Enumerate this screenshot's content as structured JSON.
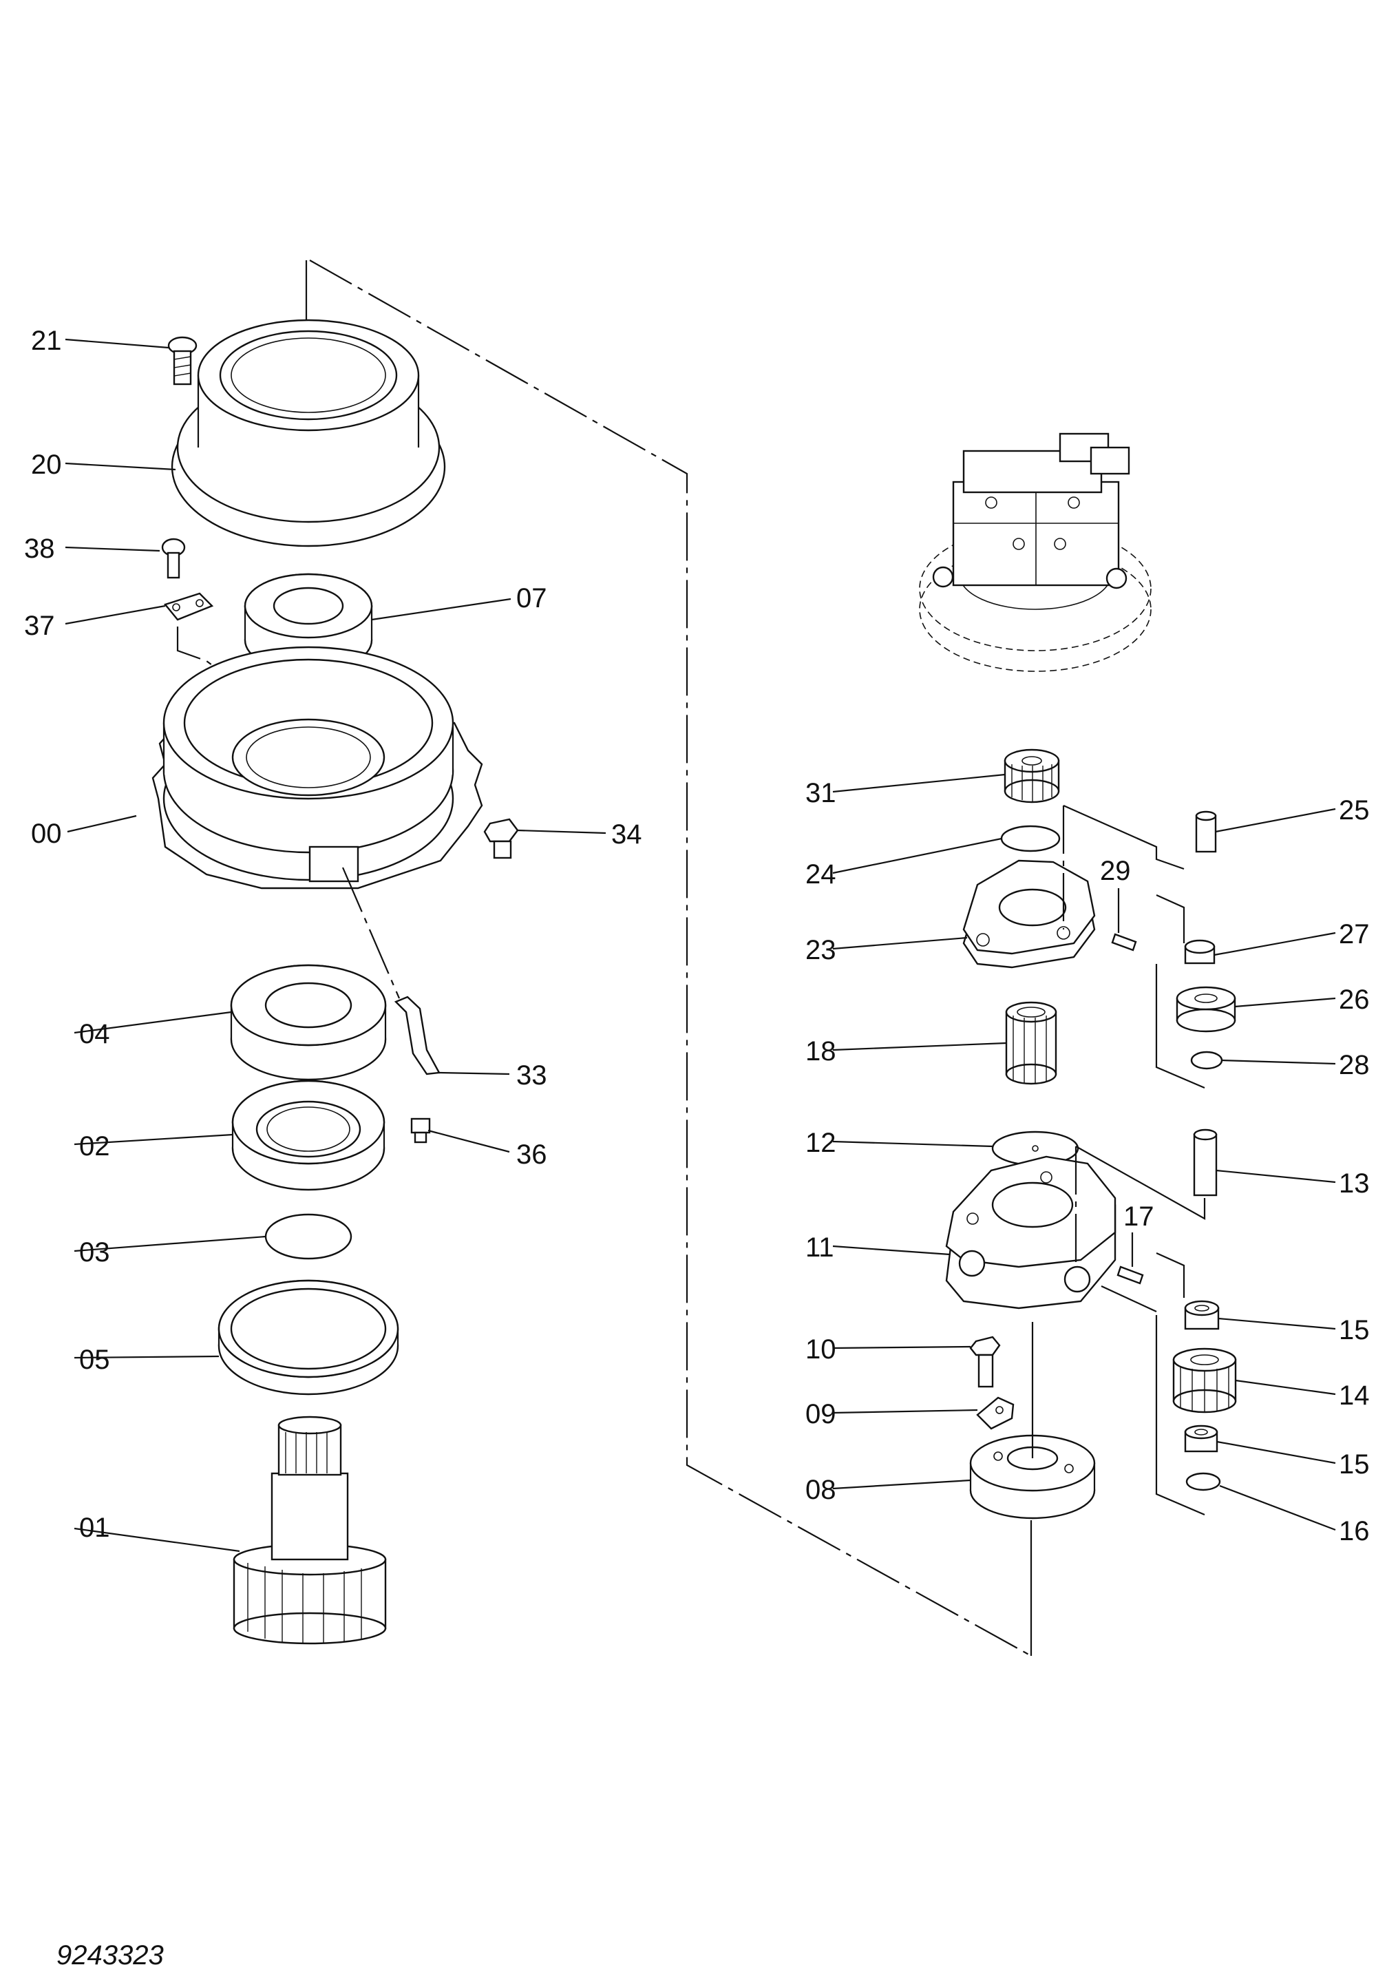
{
  "drawing_number": "9243323",
  "callouts": {
    "p00": "00",
    "p01": "01",
    "p02": "02",
    "p03": "03",
    "p04": "04",
    "p05": "05",
    "p07": "07",
    "p08": "08",
    "p09": "09",
    "p10": "10",
    "p11": "11",
    "p12": "12",
    "p13": "13",
    "p14": "14",
    "p15a": "15",
    "p15b": "15",
    "p16": "16",
    "p17": "17",
    "p18": "18",
    "p20": "20",
    "p21": "21",
    "p23": "23",
    "p24": "24",
    "p25": "25",
    "p26": "26",
    "p27": "27",
    "p28": "28",
    "p29": "29",
    "p31": "31",
    "p33": "33",
    "p34": "34",
    "p36": "36",
    "p37": "37",
    "p38": "38"
  }
}
